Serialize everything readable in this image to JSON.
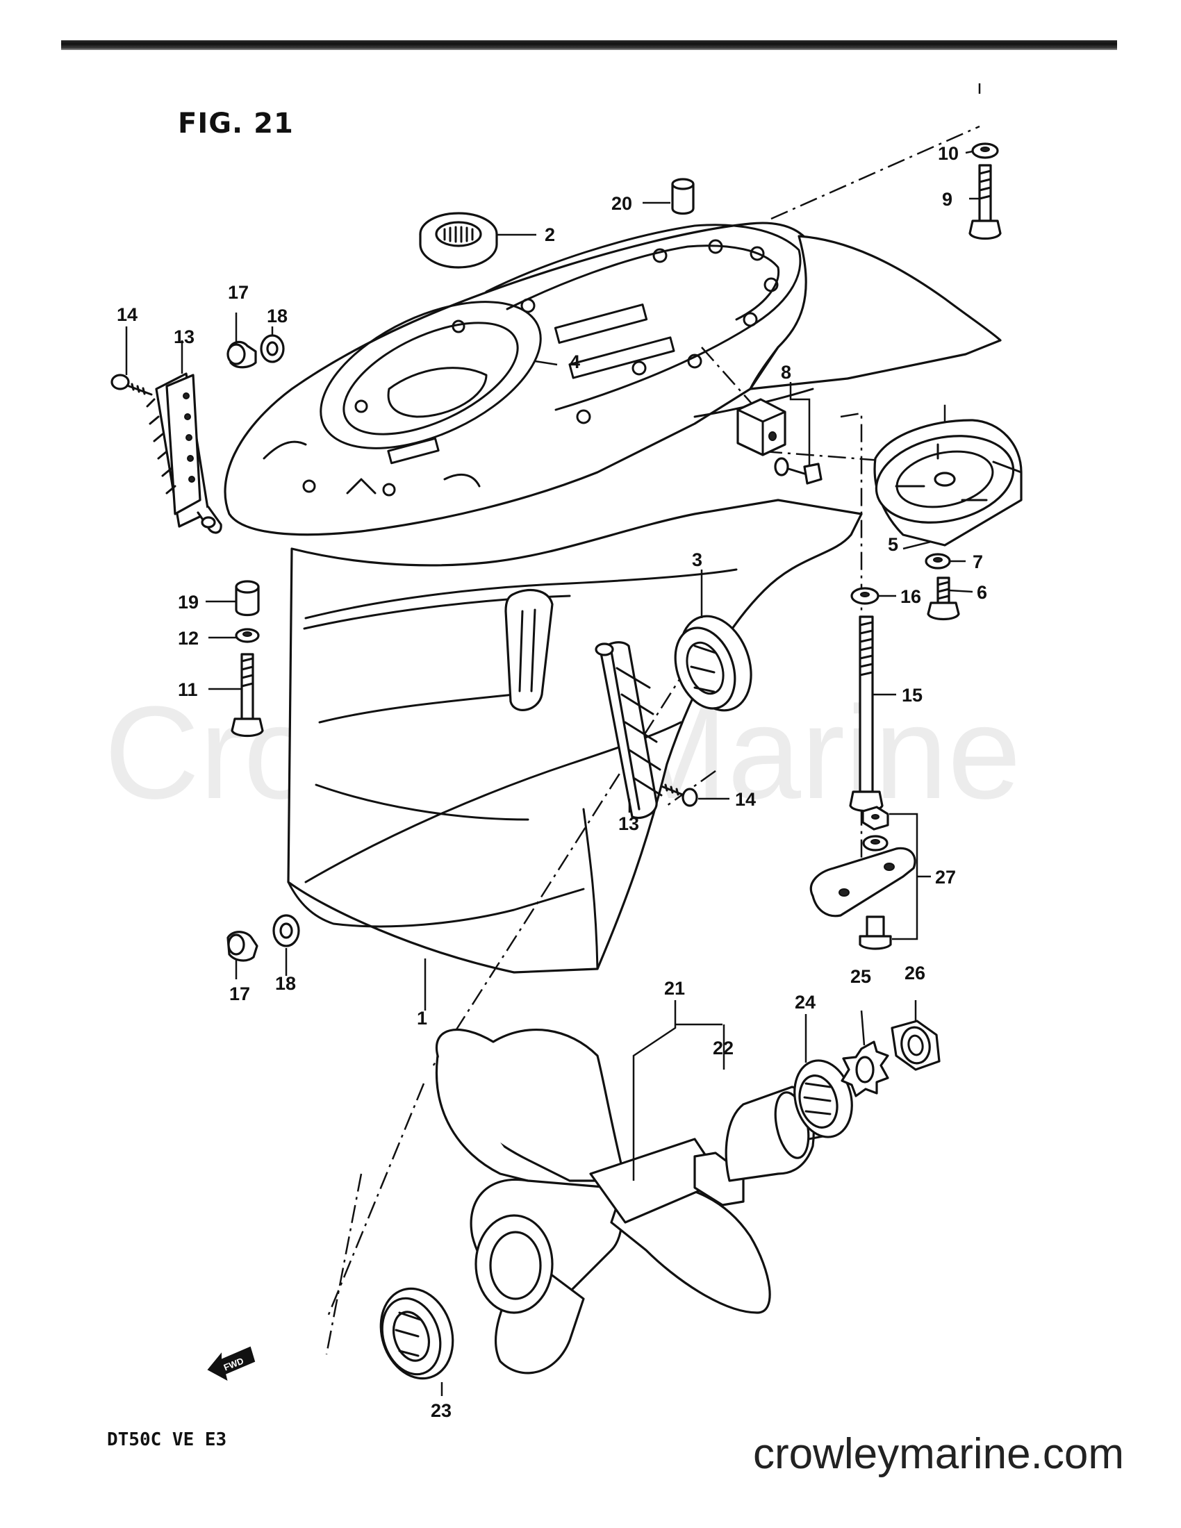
{
  "figure": {
    "title": "FIG. 21",
    "model_code": "DT50C  VE  E3",
    "fwd_label": "FWD"
  },
  "watermark": {
    "text": "Crowley Marine"
  },
  "site": {
    "url": "crowleymarine.com"
  },
  "callouts": [
    {
      "id": "c1",
      "label": "1"
    },
    {
      "id": "c2",
      "label": "2"
    },
    {
      "id": "c3",
      "label": "3"
    },
    {
      "id": "c4",
      "label": "4"
    },
    {
      "id": "c5",
      "label": "5"
    },
    {
      "id": "c6",
      "label": "6"
    },
    {
      "id": "c7",
      "label": "7"
    },
    {
      "id": "c8",
      "label": "8"
    },
    {
      "id": "c9",
      "label": "9"
    },
    {
      "id": "c10",
      "label": "10"
    },
    {
      "id": "c11",
      "label": "11"
    },
    {
      "id": "c12",
      "label": "12"
    },
    {
      "id": "c13a",
      "label": "13"
    },
    {
      "id": "c13b",
      "label": "13"
    },
    {
      "id": "c14a",
      "label": "14"
    },
    {
      "id": "c14b",
      "label": "14"
    },
    {
      "id": "c15",
      "label": "15"
    },
    {
      "id": "c16",
      "label": "16"
    },
    {
      "id": "c17a",
      "label": "17"
    },
    {
      "id": "c17b",
      "label": "17"
    },
    {
      "id": "c18a",
      "label": "18"
    },
    {
      "id": "c18b",
      "label": "18"
    },
    {
      "id": "c19",
      "label": "19"
    },
    {
      "id": "c20",
      "label": "20"
    },
    {
      "id": "c21",
      "label": "21"
    },
    {
      "id": "c22",
      "label": "22"
    },
    {
      "id": "c23",
      "label": "23"
    },
    {
      "id": "c24",
      "label": "24"
    },
    {
      "id": "c25",
      "label": "25"
    },
    {
      "id": "c26",
      "label": "26"
    },
    {
      "id": "c27",
      "label": "27"
    }
  ]
}
